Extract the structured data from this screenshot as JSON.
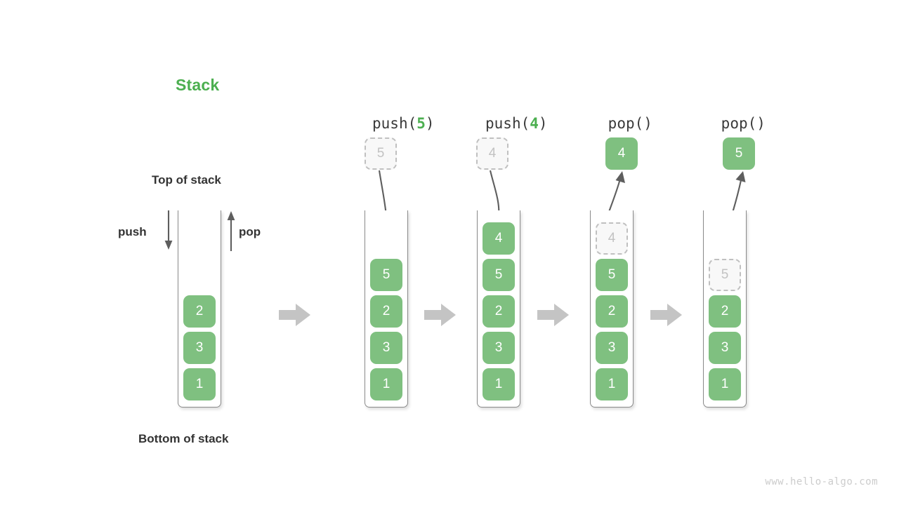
{
  "title": "Stack",
  "labels": {
    "top_of_stack": "Top of stack",
    "bottom_of_stack": "Bottom of stack",
    "push": "push",
    "pop": "pop"
  },
  "watermark": "www.hello-algo.com",
  "colors": {
    "accent_green": "#4caf50",
    "box_green": "#7fc080",
    "ghost_border": "#c0c0c0",
    "ghost_fill": "#f8f8f8",
    "ghost_text": "#c2c2c2",
    "text_dark": "#333333",
    "vessel_stroke": "#8a8a8a",
    "transition_arrow": "#c4c4c4",
    "curve_arrow": "#5e5e5e",
    "watermark": "#cccccc"
  },
  "initial_stack": {
    "items": [
      "2",
      "3",
      "1"
    ]
  },
  "steps": [
    {
      "header_prefix": "push(",
      "header_arg": "5",
      "header_suffix": ")",
      "operation": "push",
      "incoming_ghost": "5",
      "items": [
        "5",
        "2",
        "3",
        "1"
      ],
      "ghost_index": -1,
      "popped": null
    },
    {
      "header_prefix": "push(",
      "header_arg": "4",
      "header_suffix": ")",
      "operation": "push",
      "incoming_ghost": "4",
      "items": [
        "4",
        "5",
        "2",
        "3",
        "1"
      ],
      "ghost_index": -1,
      "popped": null
    },
    {
      "header_prefix": "pop(",
      "header_arg": "",
      "header_suffix": ")",
      "operation": "pop",
      "incoming_ghost": null,
      "items": [
        "4",
        "5",
        "2",
        "3",
        "1"
      ],
      "ghost_index": 0,
      "popped": "4"
    },
    {
      "header_prefix": "pop(",
      "header_arg": "",
      "header_suffix": ")",
      "operation": "pop",
      "incoming_ghost": null,
      "items": [
        "5",
        "2",
        "3",
        "1"
      ],
      "ghost_index": 0,
      "popped": "5"
    }
  ]
}
